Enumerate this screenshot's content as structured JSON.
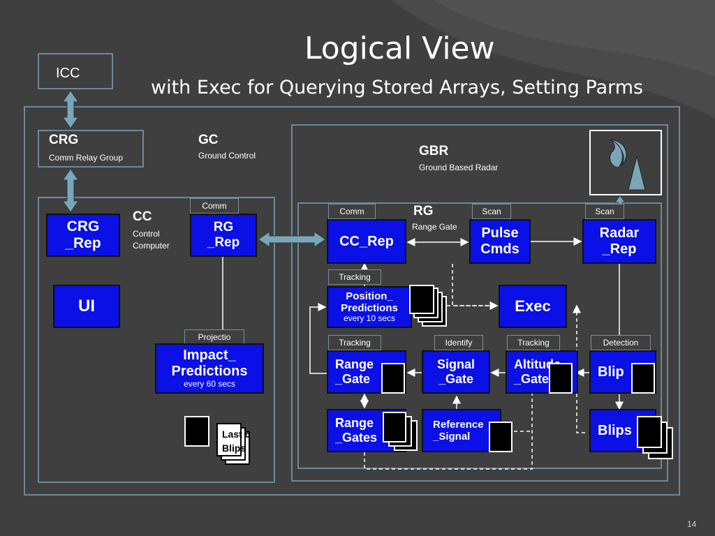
{
  "title": {
    "main": "Logical View",
    "sub": "with Exec for Querying Stored Arrays, Setting Parms"
  },
  "icc": {
    "label": "ICC"
  },
  "crg": {
    "name": "CRG",
    "desc": "Comm Relay Group"
  },
  "gc": {
    "name": "GC",
    "desc": "Ground Control"
  },
  "cc": {
    "name": "CC",
    "desc_line1": "Control",
    "desc_line2": "Computer"
  },
  "gbr": {
    "name": "GBR",
    "desc": "Ground Based Radar"
  },
  "rg": {
    "name": "RG",
    "desc": "Range Gate"
  },
  "boxes": {
    "crg_rep": {
      "l1": "CRG",
      "l2": "_Rep"
    },
    "ui": {
      "l1": "UI"
    },
    "rg_rep": {
      "l1": "RG",
      "l2": "_Rep"
    },
    "impact": {
      "l1": "Impact_",
      "l2": "Predictions",
      "sub": "every 60 secs"
    },
    "cc_rep": {
      "l1": "CC_Rep"
    },
    "pulse": {
      "l1": "Pulse",
      "l2": "Cmds"
    },
    "radar_rep": {
      "l1": "Radar",
      "l2": "_Rep"
    },
    "position": {
      "l1": "Position_",
      "l2": "Predictions",
      "sub": "every 10 secs"
    },
    "exec": {
      "l1": "Exec"
    },
    "range_gate": {
      "l1": "Range",
      "l2": "_Gate"
    },
    "signal_gate": {
      "l1": "Signal",
      "l2": "_Gate"
    },
    "altitude_gate": {
      "l1": "Altitude",
      "l2": "_Gate"
    },
    "blip": {
      "l1": "Blip"
    },
    "range_gates": {
      "l1": "Range",
      "l2": "_Gates"
    },
    "reference_signal": {
      "l1": "Reference",
      "l2": "_Signal"
    },
    "blips": {
      "l1": "Blips"
    }
  },
  "tags": {
    "comm_gc": "Comm",
    "projection": "Projectio",
    "comm_rg": "Comm",
    "scan1": "Scan",
    "scan2": "Scan",
    "tracking_pos": "Tracking",
    "tracking_rg": "Tracking",
    "identify": "Identify",
    "tracking_alt": "Tracking",
    "detection": "Detection"
  },
  "last_blips": {
    "l1": "Last 6",
    "l2": "Blips"
  },
  "page_number": "14",
  "colors": {
    "background": "#3f3f3f",
    "box_fill": "#0a10e6",
    "frame": "#6d8a98",
    "arrow": "#7aa6b8"
  }
}
